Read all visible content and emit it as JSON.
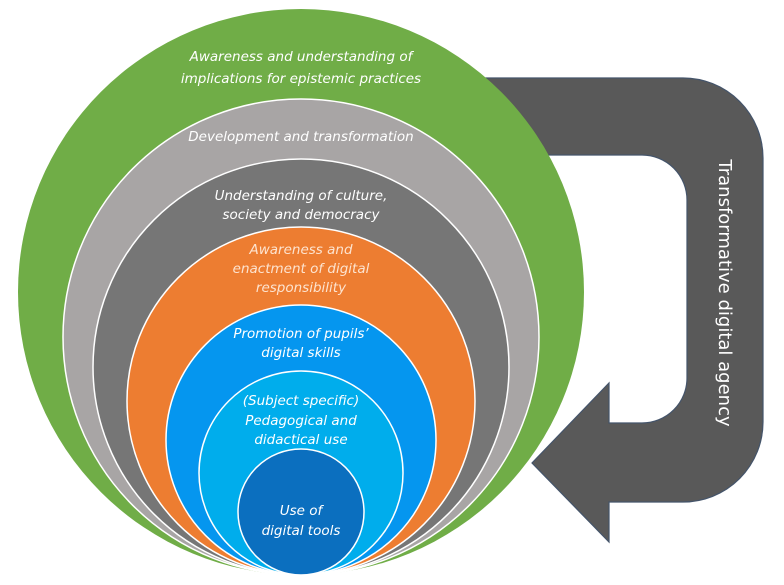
{
  "arrow": {
    "label": "Transformative digital agency",
    "color": "#595959",
    "outline": "#44546a"
  },
  "layers": [
    {
      "lines": [
        "Awareness and understanding of",
        "implications for epistemic practices"
      ],
      "color": "#70ad47",
      "text_color": "#ffffff"
    },
    {
      "lines": [
        "Development and transformation"
      ],
      "color": "#a8a5a5",
      "text_color": "#ffffff"
    },
    {
      "lines": [
        "Understanding of culture,",
        "society and democracy"
      ],
      "color": "#767676",
      "text_color": "#ffffff"
    },
    {
      "lines": [
        "Awareness and",
        "enactment of digital",
        "responsibility"
      ],
      "color": "#ed7d31",
      "text_color": "#fde3cf"
    },
    {
      "lines": [
        "Promotion of  pupils’",
        "digital skills"
      ],
      "color": "#0596ef",
      "text_color": "#ffffff"
    },
    {
      "lines": [
        "(Subject specific)",
        "Pedagogical  and",
        "didactical use"
      ],
      "color": "#00adec",
      "text_color": "#ffffff"
    },
    {
      "lines": [
        "Use of",
        "digital tools"
      ],
      "color": "#0b6fbf",
      "text_color": "#ffffff"
    }
  ]
}
